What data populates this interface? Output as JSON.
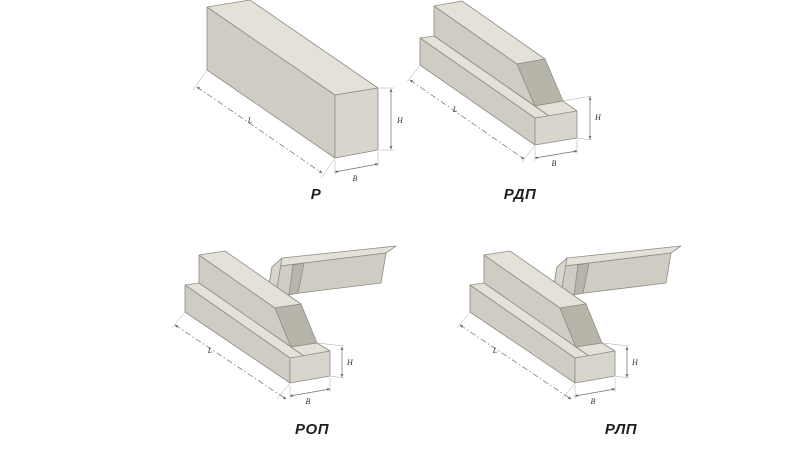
{
  "page": {
    "background_color": "#ffffff"
  },
  "figures": [
    {
      "id": "r",
      "label": "Р",
      "dims": {
        "length": "L",
        "height": "H",
        "width": "B"
      }
    },
    {
      "id": "rdp",
      "label": "РДП",
      "dims": {
        "length": "L",
        "height": "H",
        "width": "B"
      }
    },
    {
      "id": "rop",
      "label": "РОП",
      "dims": {
        "length": "L",
        "height": "H",
        "width": "B"
      }
    },
    {
      "id": "rlp",
      "label": "РЛП",
      "dims": {
        "length": "L",
        "height": "H",
        "width": "B"
      }
    }
  ],
  "colors": {
    "concrete_top": "#e4e1d9",
    "concrete_side": "#cfccc3",
    "concrete_end": "#d8d5cc",
    "concrete_shadow": "#b7b4aa",
    "outline": "#8f8c84",
    "dimension_line": "#6f6f6f",
    "label_text": "#1f1f1f"
  }
}
